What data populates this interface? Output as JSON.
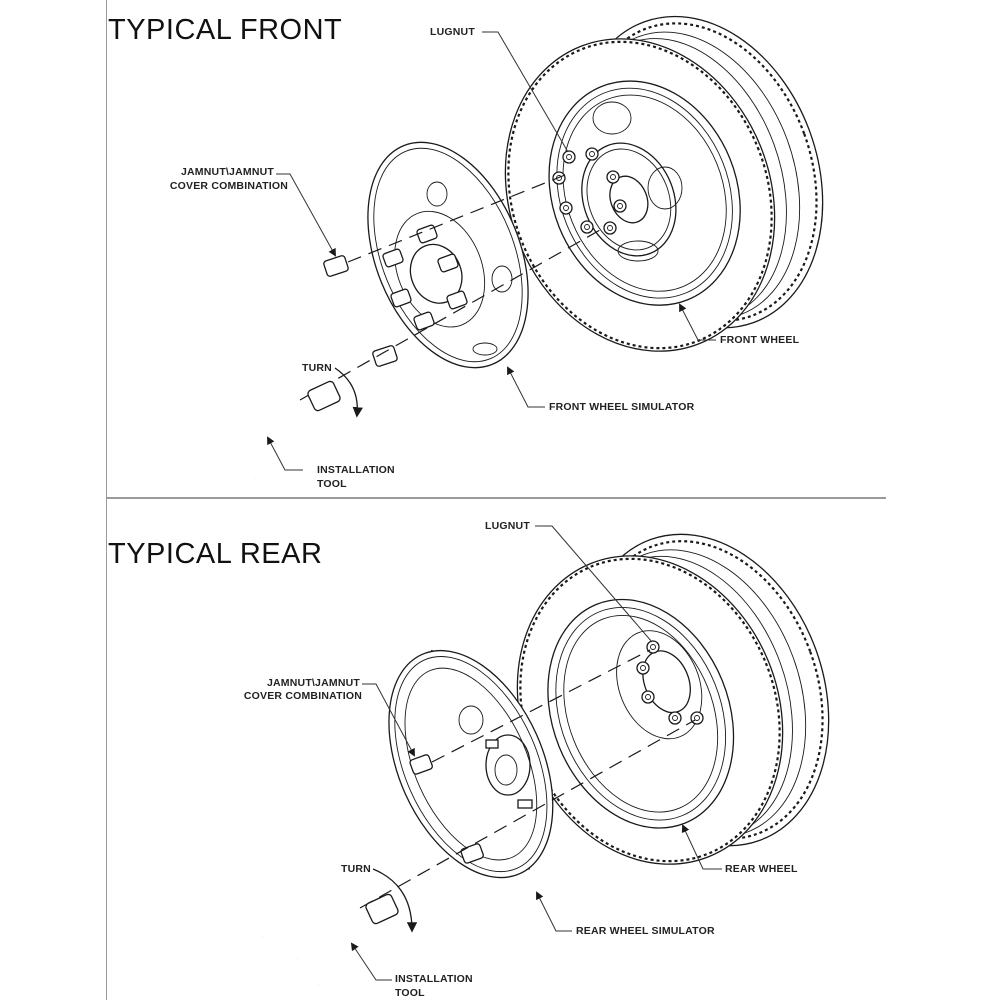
{
  "sections": {
    "front": {
      "title": "TYPICAL FRONT",
      "labels": {
        "lugnut": "LUGNUT",
        "jamnut_line1": "JAMNUT\\JAMNUT",
        "jamnut_line2": "COVER COMBINATION",
        "turn": "TURN",
        "tool_line1": "INSTALLATION",
        "tool_line2": "TOOL",
        "simulator": "FRONT WHEEL SIMULATOR",
        "wheel": "FRONT WHEEL"
      }
    },
    "rear": {
      "title": "TYPICAL REAR",
      "labels": {
        "lugnut": "LUGNUT",
        "jamnut_line1": "JAMNUT\\JAMNUT",
        "jamnut_line2": "COVER COMBINATION",
        "turn": "TURN",
        "tool_line1": "INSTALLATION",
        "tool_line2": "TOOL",
        "simulator": "REAR WHEEL SIMULATOR",
        "wheel": "REAR WHEEL"
      }
    }
  }
}
